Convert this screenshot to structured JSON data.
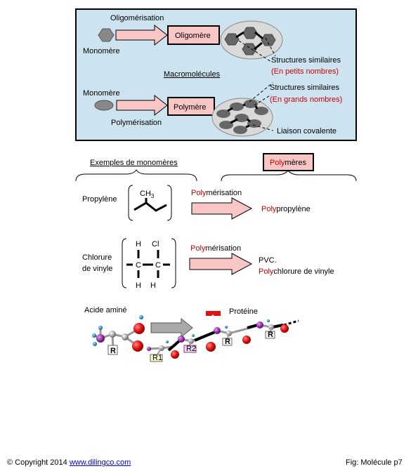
{
  "top_panel": {
    "oligomerisation": "Oligomérisation",
    "monomere_top": "Monomère",
    "oligomere": "Oligomère",
    "structures_similaires_1": "Structures similaires",
    "petits_nombres": "(En petits nombres)",
    "macromolecules": "Macromolécules",
    "monomere_bottom": "Monomère",
    "polymere": "Polymère",
    "structures_similaires_2": "Structures similaires",
    "grands_nombres": "(En grands nombres)",
    "polymerisation": "Polymérisation",
    "liaison_covalente": "Liaison covalente"
  },
  "examples": {
    "heading": "Exemples de monomères",
    "polymeres_prefix": "Poly",
    "polymeres_suffix": "mères",
    "ch3": "CH",
    "ch3_sub": "3",
    "propylene": "Propylène",
    "poly1_prefix": "Poly",
    "poly1_suffix": "mérisation",
    "polypropylene_prefix": "Poly",
    "polypropylene_suffix": "propylène",
    "chlorure_line1": "Chlorure",
    "chlorure_line2": "de vinyle",
    "atom_h1": "H",
    "atom_cl": "Cl",
    "atom_c1": "C",
    "atom_c2": "C",
    "atom_h2": "H",
    "atom_h3": "H",
    "poly2_prefix": "Poly",
    "poly2_suffix": "mérisation",
    "pvc": "PVC.",
    "polychlorure_prefix": "Poly",
    "polychlorure_suffix": "chlorure de vinyle"
  },
  "protein": {
    "acide_amine": "Acide aminé",
    "badge": "A",
    "proteine": "Protéine",
    "r_label": "R",
    "r1": "R1",
    "r2": "R2",
    "r3": "R",
    "r4": "R"
  },
  "footer": {
    "copyright": "© Copyright 2014",
    "link": "www.dilingco.com",
    "fig": "Fig:  Molécule p7"
  },
  "colors": {
    "panel_bg": "#cde4f0",
    "arrow_fill": "#f9c6c6",
    "oval_fill": "#d9d9d9",
    "red_text": "#cc0000",
    "atom_red": "#dd1111",
    "atom_purple": "#9933aa"
  }
}
